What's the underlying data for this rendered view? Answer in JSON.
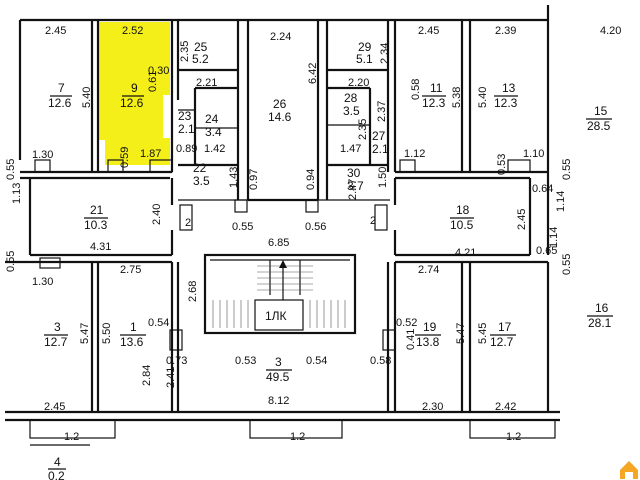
{
  "plan": {
    "stair_label": "1ЛК",
    "highlight_color": "#f5ef19",
    "rooms": [
      {
        "id": "r7",
        "num": "7",
        "area": "12.6"
      },
      {
        "id": "r9",
        "num": "9",
        "area": "12.6"
      },
      {
        "id": "r25",
        "num": "25",
        "area": "5.2"
      },
      {
        "id": "r24",
        "num": "24",
        "area": "3.4"
      },
      {
        "id": "r23",
        "num": "23",
        "area": "2.1"
      },
      {
        "id": "r22",
        "num": "22",
        "area": "3.5"
      },
      {
        "id": "r26",
        "num": "26",
        "area": "14.6"
      },
      {
        "id": "r29",
        "num": "29",
        "area": "5.1"
      },
      {
        "id": "r28",
        "num": "28",
        "area": "3.5"
      },
      {
        "id": "r27",
        "num": "27",
        "area": "2.1"
      },
      {
        "id": "r30",
        "num": "30",
        "area": "3.7"
      },
      {
        "id": "r11",
        "num": "11",
        "area": "12.3"
      },
      {
        "id": "r13",
        "num": "13",
        "area": "12.3"
      },
      {
        "id": "r15",
        "num": "15",
        "area": "28.5"
      },
      {
        "id": "r21",
        "num": "21",
        "area": "10.3"
      },
      {
        "id": "r18",
        "num": "18",
        "area": "10.5"
      },
      {
        "id": "r3a",
        "num": "3",
        "area": "12.7"
      },
      {
        "id": "r1",
        "num": "1",
        "area": "13.6"
      },
      {
        "id": "r3b",
        "num": "3",
        "area": "49.5"
      },
      {
        "id": "r19",
        "num": "19",
        "area": "13.8"
      },
      {
        "id": "r17",
        "num": "17",
        "area": "12.7"
      },
      {
        "id": "r16",
        "num": "16",
        "area": "28.1"
      },
      {
        "id": "r4",
        "num": "4",
        "area": "0.2"
      }
    ],
    "dims": [
      "2.45",
      "2.52",
      "2.24",
      "2.45",
      "2.39",
      "4.20",
      "5.40",
      "0.61",
      "0.30",
      "2.35",
      "2.21",
      "6.42",
      "2.34",
      "2.20",
      "0.58",
      "5.38",
      "5.40",
      "1.30",
      "0.59",
      "1.87",
      "0.89",
      "1.42",
      "1.47",
      "1.12",
      "0.53",
      "1.10",
      "0.55",
      "0.55",
      "2.37",
      "2.35",
      "1.43",
      "0.97",
      "0.94",
      "1.50",
      "2.47",
      "0.64",
      "1.14",
      "1.13",
      "2.40",
      "0.55",
      "0.56",
      "6.85",
      "2",
      "2",
      "2.45",
      "0.65",
      "1.14",
      "0.55",
      "4.31",
      "4.21",
      "2.75",
      "2.74",
      "1.30",
      "2.68",
      "0.55",
      "5.47",
      "5.50",
      "0.54",
      "0.52",
      "0.41",
      "5.45",
      "5.47",
      "0.73",
      "0.53",
      "0.54",
      "0.58",
      "2.84",
      "2.41",
      "2.45",
      "8.12",
      "2.30",
      "2.42",
      "1.2",
      "1.2",
      "1.2"
    ]
  }
}
